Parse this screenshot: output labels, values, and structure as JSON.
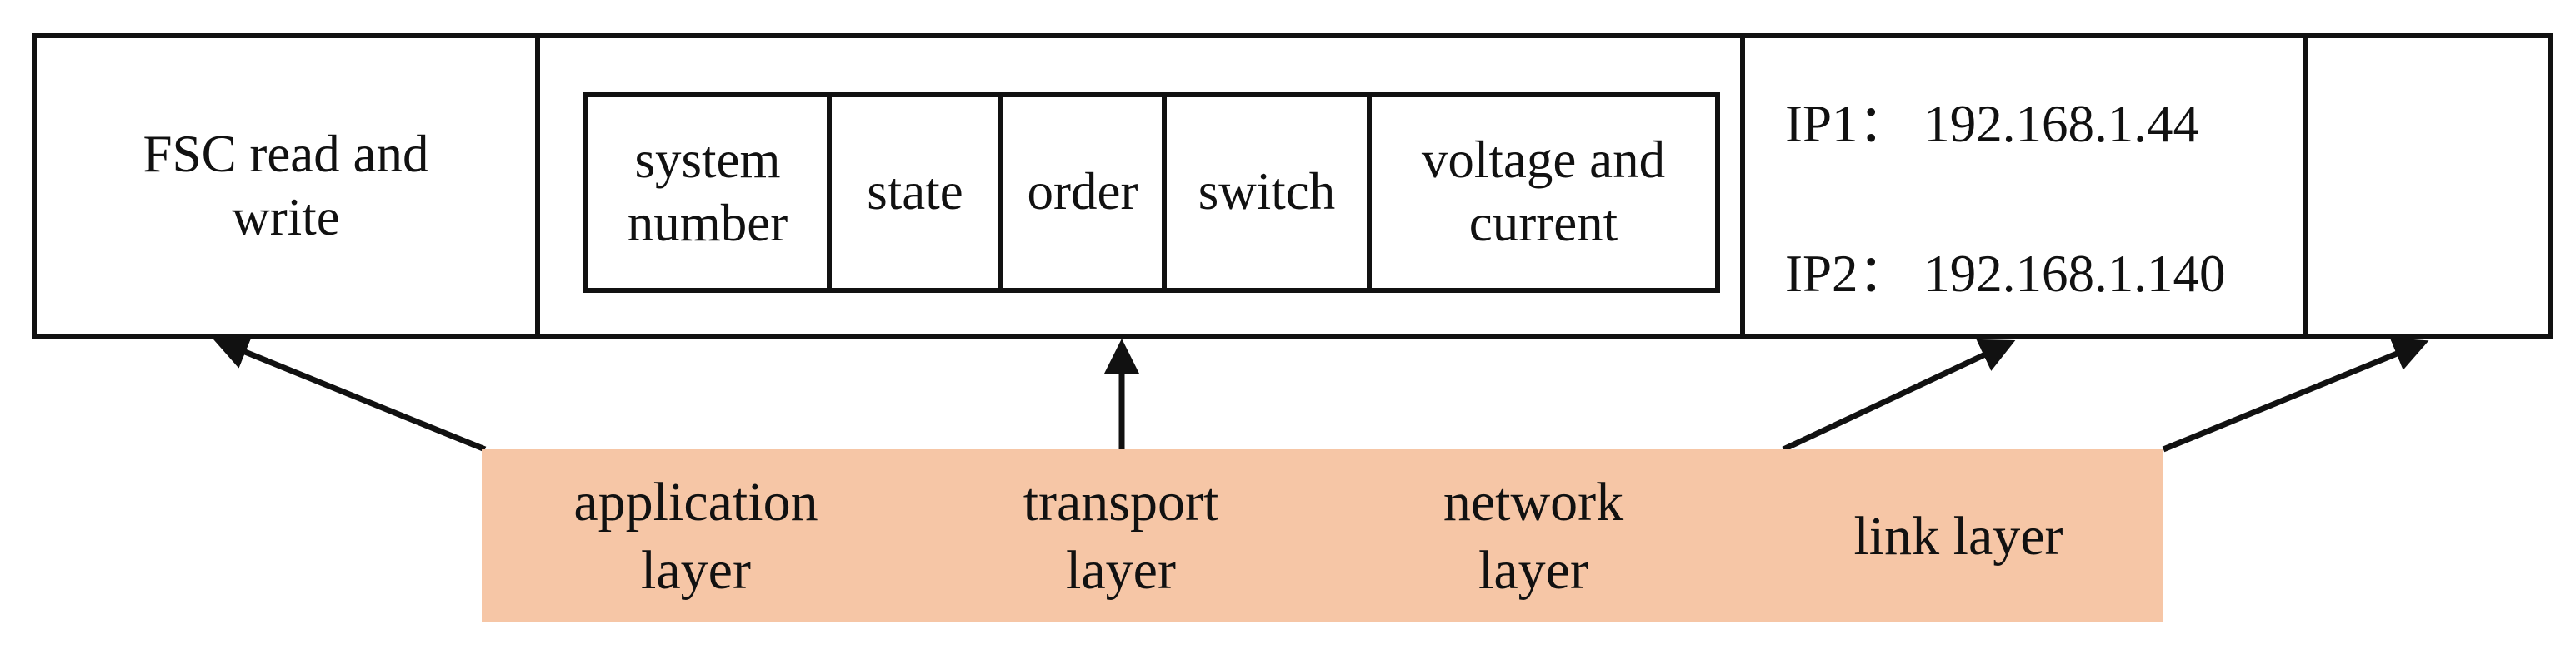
{
  "packet": {
    "application": "FSC read and write",
    "fields": [
      "system number",
      "state",
      "order",
      "switch",
      "voltage and current"
    ],
    "ip1": "IP1： 192.168.1.44",
    "ip2": "IP2： 192.168.1.140",
    "link": ""
  },
  "layers": [
    "application layer",
    "transport layer",
    "network layer",
    "link layer"
  ],
  "colors": {
    "layer_band": "#f6c6a6",
    "line": "#111111"
  }
}
